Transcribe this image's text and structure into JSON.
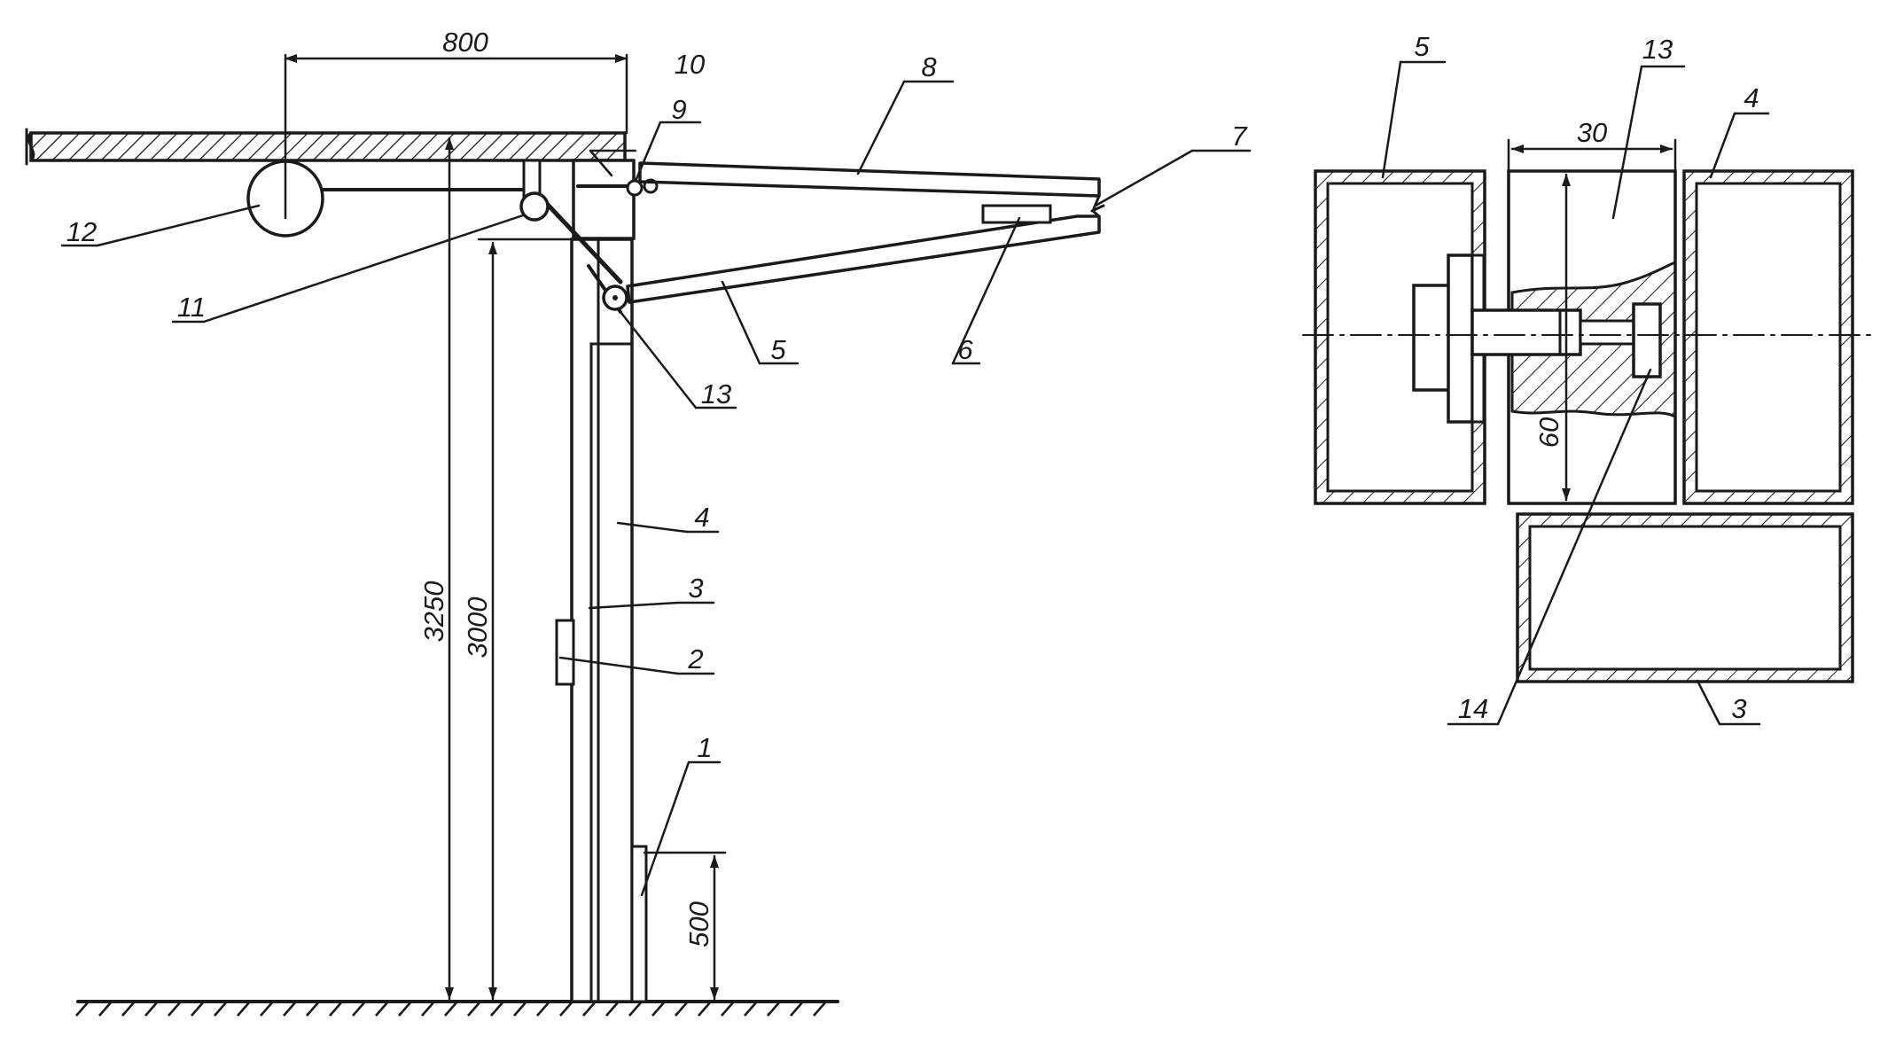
{
  "drawing": {
    "colors": {
      "ink": "#1a1a1a",
      "paper": "#ffffff"
    },
    "left_view": {
      "labels": {
        "l1": "1",
        "l2": "2",
        "l3": "3",
        "l4": "4",
        "l5": "5",
        "l6": "6",
        "l7": "7",
        "l8": "8",
        "l9": "9",
        "l10": "10",
        "l11": "11",
        "l12": "12",
        "l13": "13"
      },
      "dims": {
        "d800": "800",
        "d3250": "3250",
        "d3000": "3000",
        "d500": "500"
      }
    },
    "right_view": {
      "labels": {
        "l5": "5",
        "l13": "13",
        "l4": "4",
        "l14": "14",
        "l3": "3"
      },
      "dims": {
        "d30": "30",
        "d60": "60"
      }
    }
  }
}
